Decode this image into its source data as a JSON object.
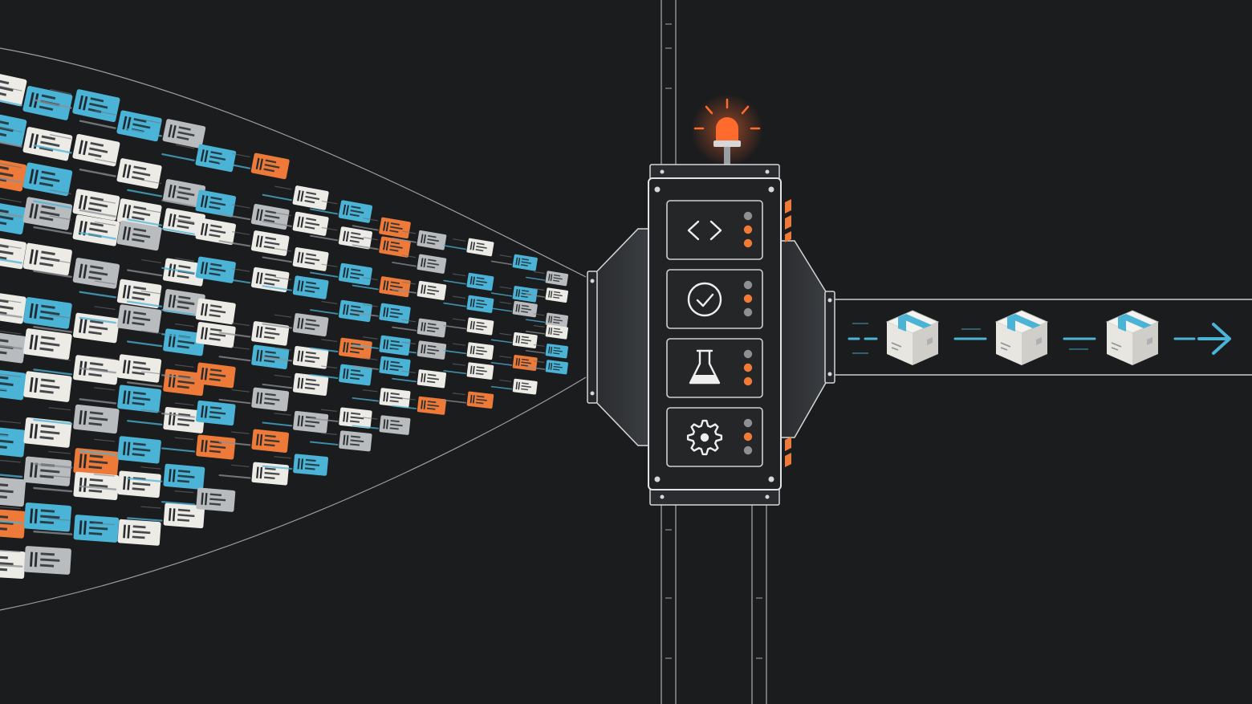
{
  "colors": {
    "background": "#1b1c1e",
    "line": "#9a9ea3",
    "card_white": "#ecebe6",
    "card_blue": "#4bb3d6",
    "card_orange": "#ee7a3a",
    "card_gray": "#b8bcbf",
    "machine_body": "#202224",
    "machine_stroke": "#d6d7d8",
    "alarm": "#ff6b2c",
    "led_gray": "#8d8f92",
    "led_orange": "#f07a36",
    "package": "#e7e6e1",
    "package_tape": "#4bb3d6",
    "arrow": "#4bb3d6"
  },
  "stages": [
    {
      "icon": "code-brackets-icon",
      "leds": [
        "gray",
        "orange",
        "orange"
      ]
    },
    {
      "icon": "check-circle-icon",
      "leds": [
        "gray",
        "orange",
        "gray"
      ]
    },
    {
      "icon": "flask-icon",
      "leds": [
        "gray",
        "orange",
        "orange"
      ]
    },
    {
      "icon": "gear-icon",
      "leds": [
        "gray",
        "orange",
        "gray"
      ]
    }
  ],
  "alarm": {
    "icon": "alarm-beacon-icon",
    "state": "active"
  },
  "outputs": [
    {
      "icon": "package-box-icon"
    },
    {
      "icon": "package-box-icon"
    },
    {
      "icon": "package-box-icon"
    }
  ],
  "output_arrow": {
    "icon": "arrow-right-icon"
  },
  "input_stream": {
    "icon": "document-card-icon",
    "card_count": 100
  }
}
